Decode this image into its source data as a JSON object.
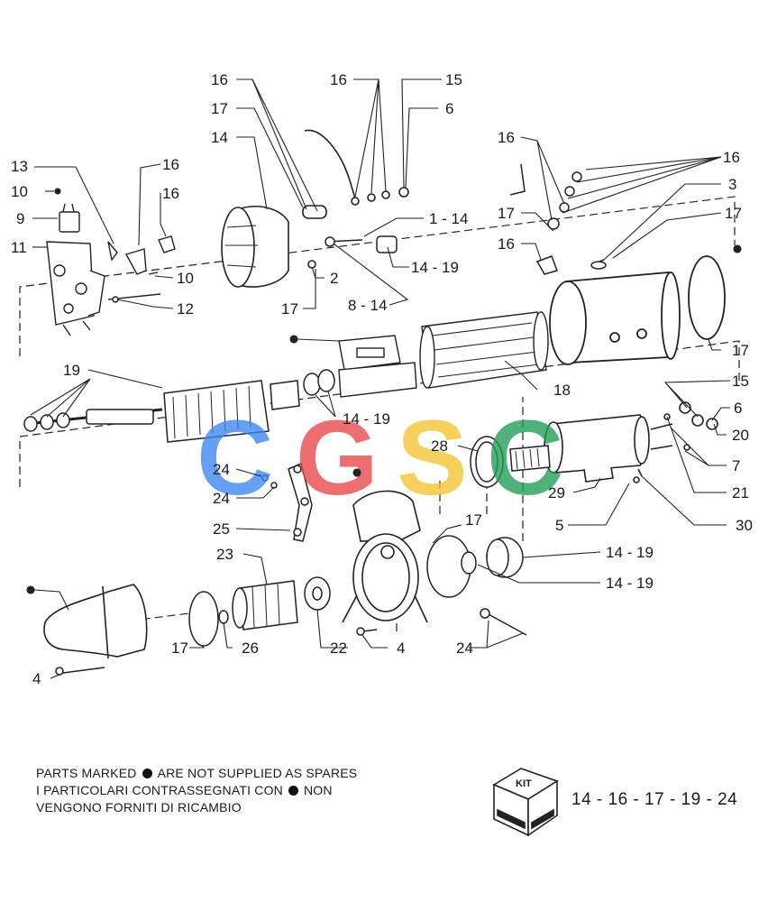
{
  "watermark": {
    "text": "CGSC",
    "letters": [
      {
        "char": "C",
        "color": "#3a86f0"
      },
      {
        "char": "G",
        "color": "#e8464a"
      },
      {
        "char": "S",
        "color": "#f4c430"
      },
      {
        "char": "C",
        "color": "#1f9d55"
      }
    ]
  },
  "labels": [
    {
      "id": "l1",
      "text": "16"
    },
    {
      "id": "l2",
      "text": "17"
    },
    {
      "id": "l3",
      "text": "14"
    },
    {
      "id": "l4",
      "text": "16"
    },
    {
      "id": "l5",
      "text": "15"
    },
    {
      "id": "l6",
      "text": "6"
    },
    {
      "id": "l7",
      "text": "13"
    },
    {
      "id": "l8",
      "text": "16"
    },
    {
      "id": "l9",
      "text": "10"
    },
    {
      "id": "l10",
      "text": "16"
    },
    {
      "id": "l11",
      "text": "9"
    },
    {
      "id": "l12",
      "text": "11"
    },
    {
      "id": "l13",
      "text": "10"
    },
    {
      "id": "l14",
      "text": "12"
    },
    {
      "id": "l15",
      "text": "1 - 14"
    },
    {
      "id": "l16",
      "text": "14 - 19"
    },
    {
      "id": "l17",
      "text": "2"
    },
    {
      "id": "l18",
      "text": "17"
    },
    {
      "id": "l19",
      "text": "8 - 14"
    },
    {
      "id": "l20",
      "text": "16"
    },
    {
      "id": "l21",
      "text": "17"
    },
    {
      "id": "l22",
      "text": "16"
    },
    {
      "id": "l23",
      "text": "16"
    },
    {
      "id": "l24",
      "text": "3"
    },
    {
      "id": "l25",
      "text": "17"
    },
    {
      "id": "l26",
      "text": "17"
    },
    {
      "id": "l27",
      "text": "19"
    },
    {
      "id": "l28",
      "text": "14 - 19"
    },
    {
      "id": "l29",
      "text": "18"
    },
    {
      "id": "l30",
      "text": "15"
    },
    {
      "id": "l31",
      "text": "6"
    },
    {
      "id": "l32",
      "text": "20"
    },
    {
      "id": "l33",
      "text": "28"
    },
    {
      "id": "l34",
      "text": "7"
    },
    {
      "id": "l35",
      "text": "24"
    },
    {
      "id": "l36",
      "text": "24"
    },
    {
      "id": "l37",
      "text": "29"
    },
    {
      "id": "l38",
      "text": "21"
    },
    {
      "id": "l39",
      "text": "5"
    },
    {
      "id": "l40",
      "text": "30"
    },
    {
      "id": "l41",
      "text": "25"
    },
    {
      "id": "l42",
      "text": "17"
    },
    {
      "id": "l43",
      "text": "14 - 19"
    },
    {
      "id": "l44",
      "text": "23"
    },
    {
      "id": "l45",
      "text": "14 - 19"
    },
    {
      "id": "l46",
      "text": "17"
    },
    {
      "id": "l47",
      "text": "26"
    },
    {
      "id": "l48",
      "text": "22"
    },
    {
      "id": "l49",
      "text": "4"
    },
    {
      "id": "l50",
      "text": "24"
    },
    {
      "id": "l51",
      "text": "4"
    }
  ],
  "footnote": {
    "line1_a": "PARTS MARKED",
    "line1_b": "ARE NOT SUPPLIED AS SPARES",
    "line2_a": "I PARTICOLARI CONTRASSEGNATI CON",
    "line2_b": "NON",
    "line3": "VENGONO FORNITI DI RICAMBIO"
  },
  "kit": {
    "box_label": "KIT",
    "parts": "14 - 16 - 17 - 19 - 24"
  }
}
